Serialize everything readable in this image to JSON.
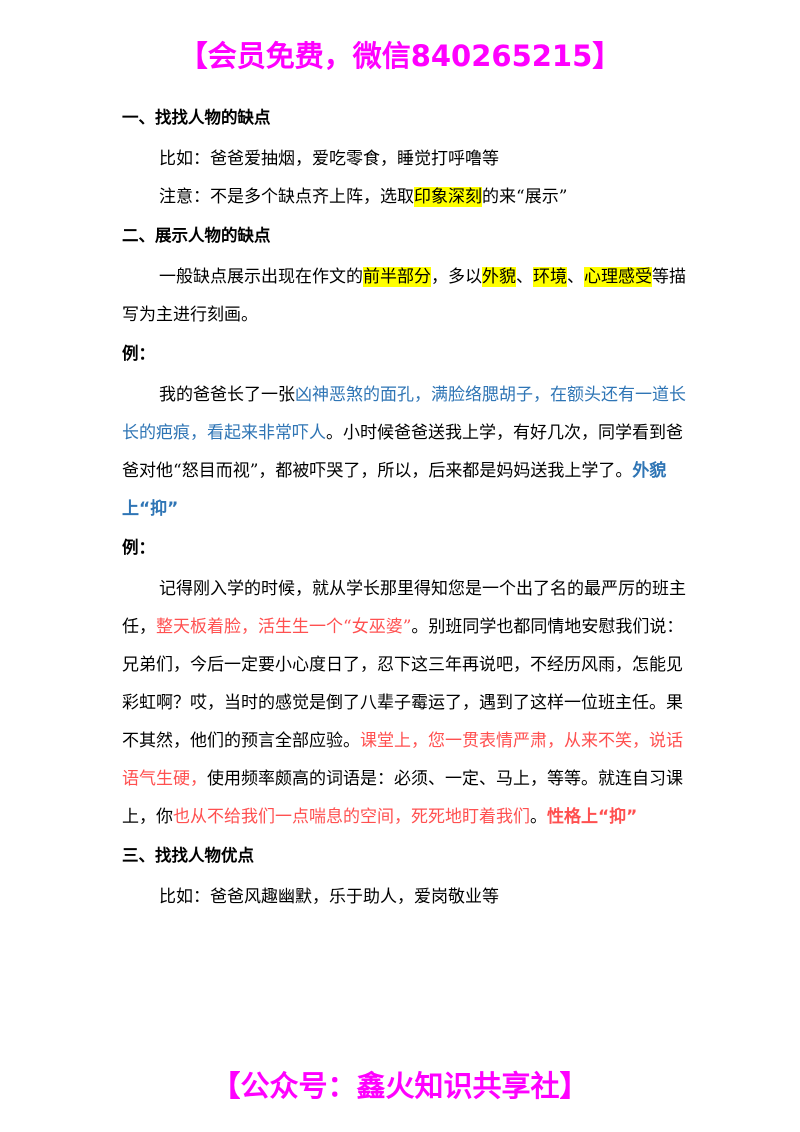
{
  "top_banner": "【会员免费，微信840265215】",
  "bottom_banner": "【公众号：鑫火知识共享社】",
  "s1": {
    "heading": "一、找找人物的缺点",
    "line1": "比如：爸爸爱抽烟，爱吃零食，睡觉打呼噜等",
    "line2_a": "注意：不是多个缺点齐上阵，选取",
    "line2_hl": "印象深刻",
    "line2_b": "的来“展示”"
  },
  "s2": {
    "heading": "二、展示人物的缺点",
    "p1_a": "一般缺点展示出现在作文的",
    "p1_hl1": "前半部分",
    "p1_b": "，多以",
    "p1_hl2": "外貌",
    "p1_c": "、",
    "p1_hl3": "环境",
    "p1_d": "、",
    "p1_hl4": "心理感受",
    "p1_e": "等描写为主进行刻画。"
  },
  "ex1": {
    "label": "例：",
    "a": "我的爸爸长了一张",
    "blue1": "凶神恶煞的面孔，满脸络腮胡子，在额头还有一道长长的疤痕，看起来非常吓人",
    "b": "。小时候爸爸送我上学，有好几次，同学看到爸爸对他“怒目而视”，都被吓哭了，所以，后来都是妈妈送我上学了。",
    "tag": "外貌上“抑”"
  },
  "ex2": {
    "label": "例：",
    "a": "记得刚入学的时候，就从学长那里得知您是一个出了名的最严厉的班主任，",
    "red1": "整天板着脸，活生生一个“女巫婆”",
    "b": "。别班同学也都同情地安慰我们说：兄弟们，今后一定要小心度日了，忍下这三年再说吧，不经历风雨，怎能见彩虹啊？哎，当时的感觉是倒了八辈子霉运了，遇到了这样一位班主任。果不其然，他们的预言全部应验。",
    "red2": "课堂上，您一贯表情严肃，从来不笑，说话语气生硬，",
    "c": "使用频率颇高的词语是：必须、一定、马上，等等。就连自习课上，你",
    "red3": "也从不给我们一点喘息的空间，死死地盯着我们",
    "d": "。",
    "tag": "性格上“抑”"
  },
  "s3": {
    "heading": "三、找找人物优点",
    "line1": "比如：爸爸风趣幽默，乐于助人，爱岗敬业等"
  }
}
